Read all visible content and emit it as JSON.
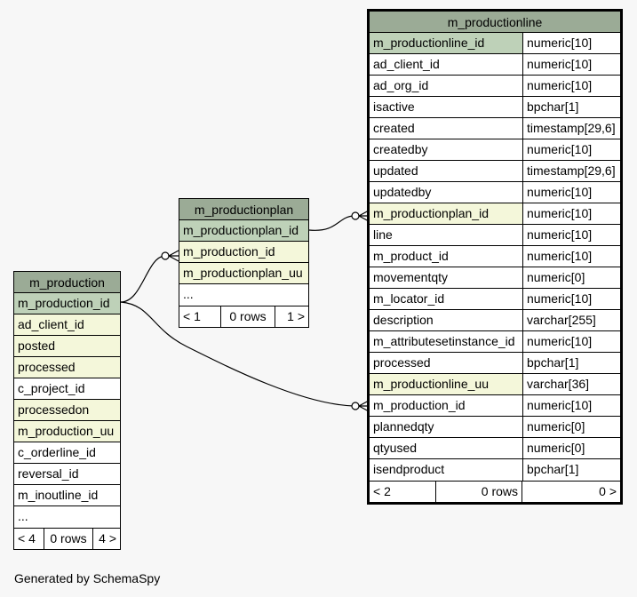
{
  "caption": "Generated by SchemaSpy",
  "tables": {
    "m_production": {
      "title": "m_production",
      "rows": [
        {
          "name": "m_production_id",
          "kind": "pk"
        },
        {
          "name": "ad_client_id",
          "kind": "fk"
        },
        {
          "name": "posted",
          "kind": "fk"
        },
        {
          "name": "processed",
          "kind": "fk"
        },
        {
          "name": "c_project_id",
          "kind": ""
        },
        {
          "name": "processedon",
          "kind": "fk"
        },
        {
          "name": "m_production_uu",
          "kind": "fk"
        },
        {
          "name": "c_orderline_id",
          "kind": ""
        },
        {
          "name": "reversal_id",
          "kind": ""
        },
        {
          "name": "m_inoutline_id",
          "kind": ""
        },
        {
          "name": "...",
          "kind": ""
        }
      ],
      "footer": [
        "< 4",
        "0 rows",
        "4 >"
      ]
    },
    "m_productionplan": {
      "title": "m_productionplan",
      "rows": [
        {
          "name": "m_productionplan_id",
          "kind": "pk"
        },
        {
          "name": "m_production_id",
          "kind": "fk"
        },
        {
          "name": "m_productionplan_uu",
          "kind": "fk"
        },
        {
          "name": "...",
          "kind": ""
        }
      ],
      "footer": [
        "< 1",
        "0 rows",
        "1 >"
      ]
    },
    "m_productionline": {
      "title": "m_productionline",
      "rows": [
        {
          "name": "m_productionline_id",
          "type": "numeric[10]",
          "kind": "pk"
        },
        {
          "name": "ad_client_id",
          "type": "numeric[10]",
          "kind": ""
        },
        {
          "name": "ad_org_id",
          "type": "numeric[10]",
          "kind": ""
        },
        {
          "name": "isactive",
          "type": "bpchar[1]",
          "kind": ""
        },
        {
          "name": "created",
          "type": "timestamp[29,6]",
          "kind": ""
        },
        {
          "name": "createdby",
          "type": "numeric[10]",
          "kind": ""
        },
        {
          "name": "updated",
          "type": "timestamp[29,6]",
          "kind": ""
        },
        {
          "name": "updatedby",
          "type": "numeric[10]",
          "kind": ""
        },
        {
          "name": "m_productionplan_id",
          "type": "numeric[10]",
          "kind": "fk"
        },
        {
          "name": "line",
          "type": "numeric[10]",
          "kind": ""
        },
        {
          "name": "m_product_id",
          "type": "numeric[10]",
          "kind": ""
        },
        {
          "name": "movementqty",
          "type": "numeric[0]",
          "kind": ""
        },
        {
          "name": "m_locator_id",
          "type": "numeric[10]",
          "kind": ""
        },
        {
          "name": "description",
          "type": "varchar[255]",
          "kind": ""
        },
        {
          "name": "m_attributesetinstance_id",
          "type": "numeric[10]",
          "kind": ""
        },
        {
          "name": "processed",
          "type": "bpchar[1]",
          "kind": ""
        },
        {
          "name": "m_productionline_uu",
          "type": "varchar[36]",
          "kind": "fk"
        },
        {
          "name": "m_production_id",
          "type": "numeric[10]",
          "kind": ""
        },
        {
          "name": "plannedqty",
          "type": "numeric[0]",
          "kind": ""
        },
        {
          "name": "qtyused",
          "type": "numeric[0]",
          "kind": ""
        },
        {
          "name": "isendproduct",
          "type": "bpchar[1]",
          "kind": ""
        }
      ],
      "footer": [
        "< 2",
        "0 rows",
        "0 >"
      ]
    }
  }
}
